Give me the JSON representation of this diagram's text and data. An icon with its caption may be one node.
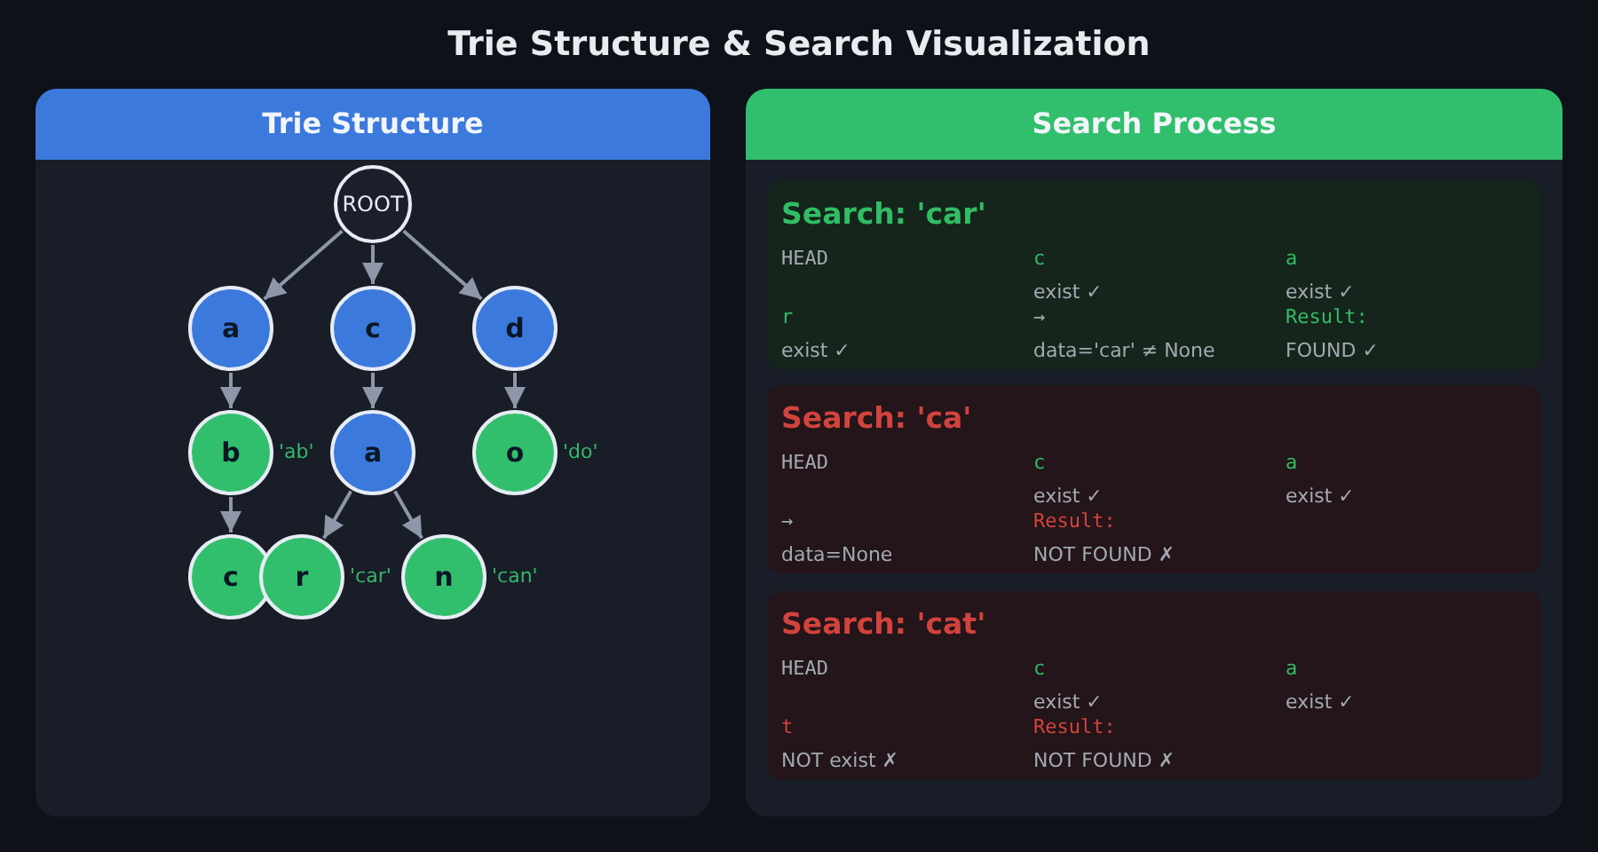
{
  "diagram": {
    "title": "Trie Structure & Search Visualization",
    "nodes": [
      {
        "text": [
          "Trie Structure"
        ]
      },
      {
        "text": [
          "ROOT"
        ],
        "in": 0
      },
      {
        "text": [
          "a"
        ],
        "in": 0
      },
      {
        "text": [
          "c"
        ],
        "in": 0
      },
      {
        "text": [
          "d"
        ],
        "in": 0
      },
      {
        "text": [
          "b"
        ],
        "in": 0,
        "beside": [
          "'ab'"
        ]
      },
      {
        "text": [
          "a"
        ],
        "in": 0
      },
      {
        "text": [
          "o"
        ],
        "in": 0,
        "beside": [
          "'do'"
        ]
      },
      {
        "text": [
          "c"
        ],
        "in": 0
      },
      {
        "text": [
          "r"
        ],
        "in": 0,
        "beside": [
          "'car'"
        ]
      },
      {
        "text": [
          "n"
        ],
        "in": 0,
        "beside": [
          "'can'"
        ]
      },
      {
        "text": [
          "Search Process"
        ]
      },
      {
        "text": [
          "Search: 'car'",
          "HEAD",
          "c",
          "exist ✓",
          "a",
          "exist ✓",
          "r",
          "exist ✓",
          "→",
          "data='car' ≠ None",
          "Result:",
          "FOUND ✓"
        ],
        "in": 11
      },
      {
        "text": [
          "Search: 'ca'",
          "HEAD",
          "c",
          "exist ✓",
          "a",
          "exist ✓",
          "→",
          "data=None",
          "Result:",
          "NOT FOUND ✗"
        ],
        "in": 11
      },
      {
        "text": [
          "Search: 'cat'",
          "HEAD",
          "c",
          "exist ✓",
          "a",
          "exist ✓",
          "t",
          "NOT exist ✗",
          "Result:",
          "NOT FOUND ✗"
        ],
        "in": 11
      }
    ],
    "edges": [
      {
        "from": 1,
        "to": 2,
        "arrow": "to"
      },
      {
        "from": 1,
        "to": 3,
        "arrow": "to"
      },
      {
        "from": 1,
        "to": 4,
        "arrow": "to"
      },
      {
        "from": 2,
        "to": 5,
        "arrow": "to"
      },
      {
        "from": 3,
        "to": 6,
        "arrow": "to"
      },
      {
        "from": 4,
        "to": 7,
        "arrow": "to"
      },
      {
        "from": 5,
        "to": 8,
        "arrow": "to"
      },
      {
        "from": 6,
        "to": 9,
        "arrow": "to"
      },
      {
        "from": 6,
        "to": 10,
        "arrow": "to"
      }
    ]
  }
}
